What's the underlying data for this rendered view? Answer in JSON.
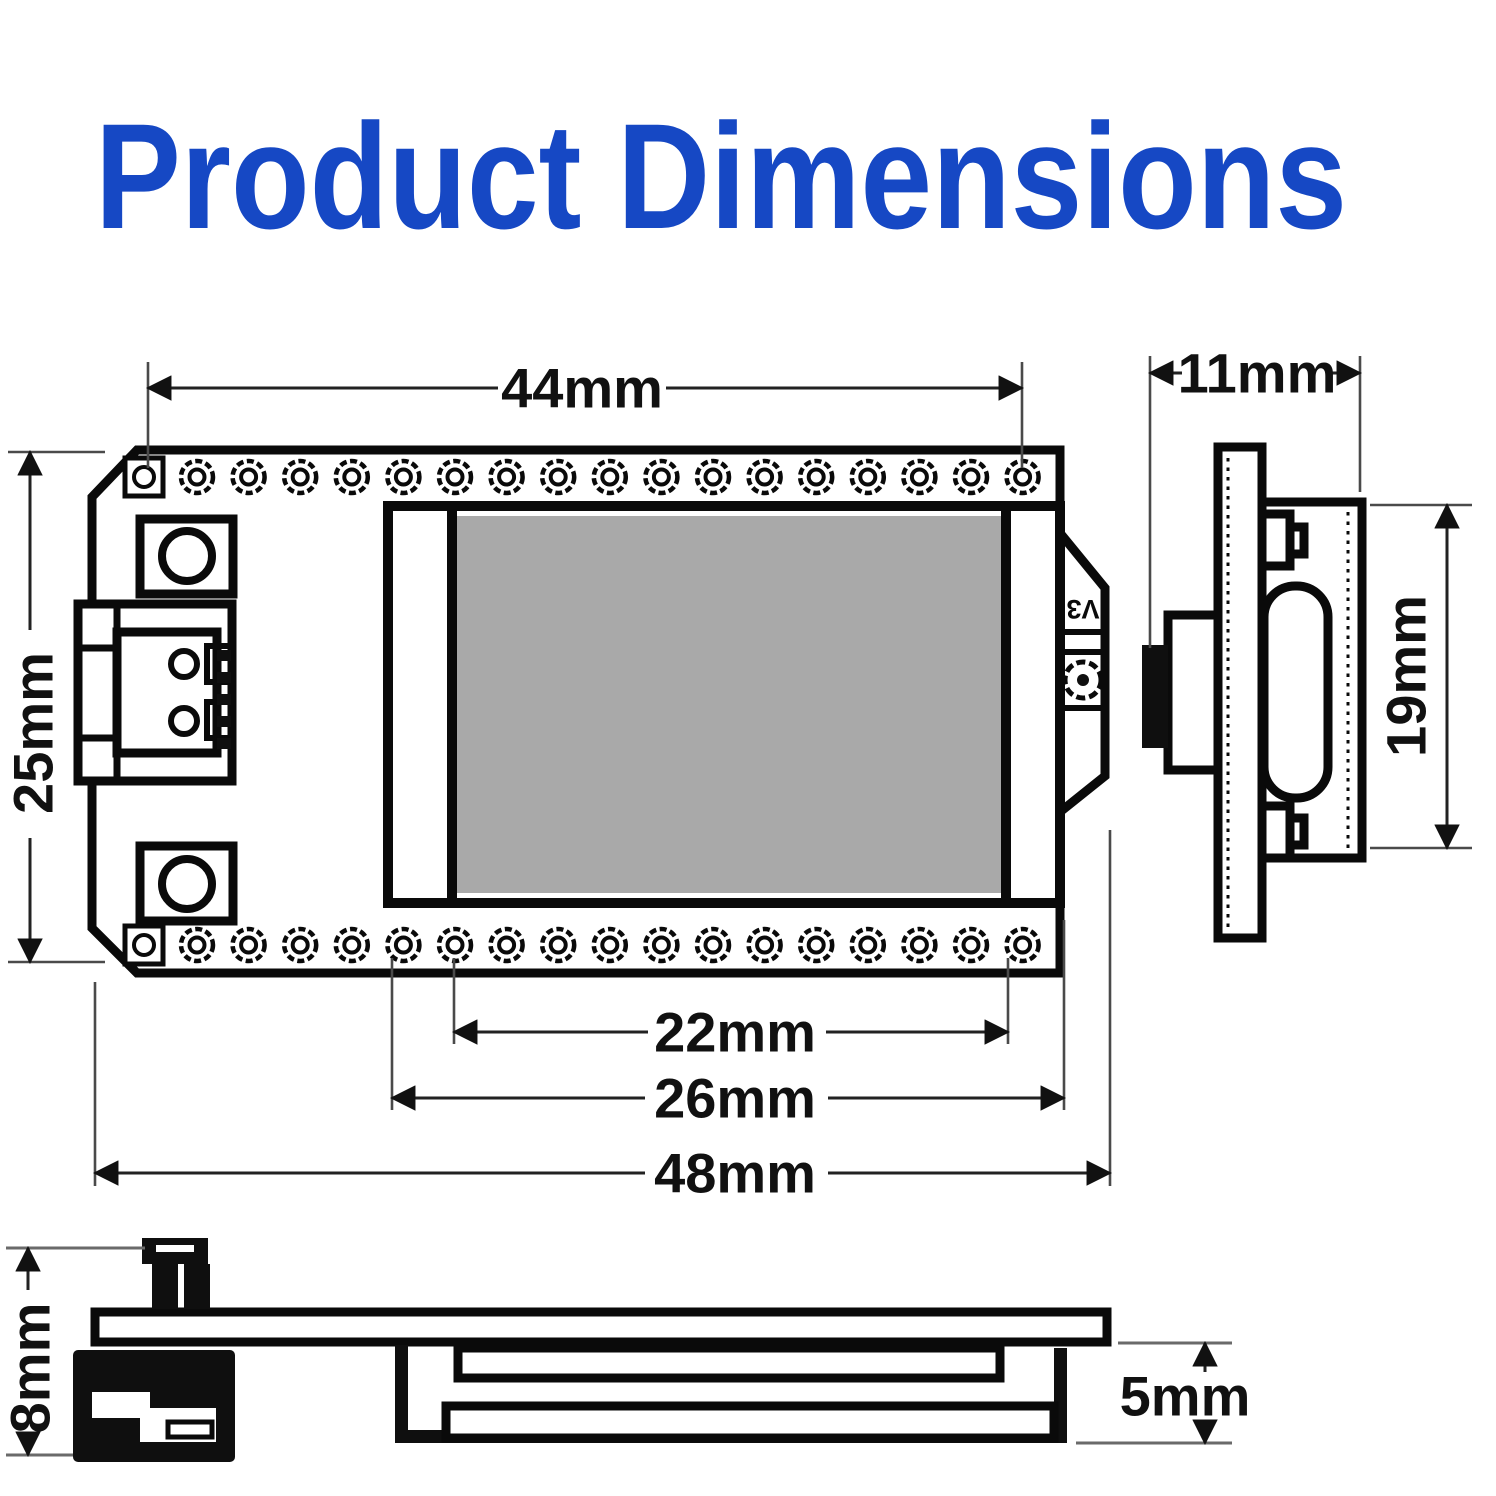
{
  "title": {
    "text": "Product Dimensions",
    "color": "#1648c4"
  },
  "board_marking": "V3",
  "screen_color": "#a9a9a9",
  "dimensions": {
    "pin_row_length": "44mm",
    "board_width": "25mm",
    "screen_width": "22mm",
    "display_width": "26mm",
    "board_total_length": "48mm",
    "side_module_depth": "11mm",
    "side_module_height": "19mm",
    "profile_left_height": "8mm",
    "profile_right_height": "5mm"
  }
}
